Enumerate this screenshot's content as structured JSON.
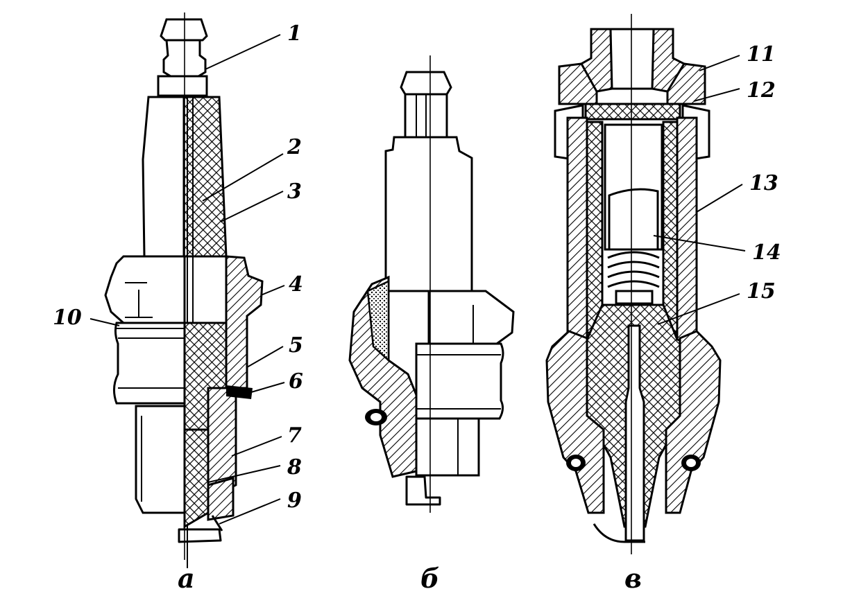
{
  "callouts": [
    "1",
    "2",
    "3",
    "4",
    "5",
    "6",
    "7",
    "8",
    "9",
    "10",
    "11",
    "12",
    "13",
    "14",
    "15"
  ],
  "captions": {
    "a": "а",
    "b": "б",
    "c": "в"
  }
}
